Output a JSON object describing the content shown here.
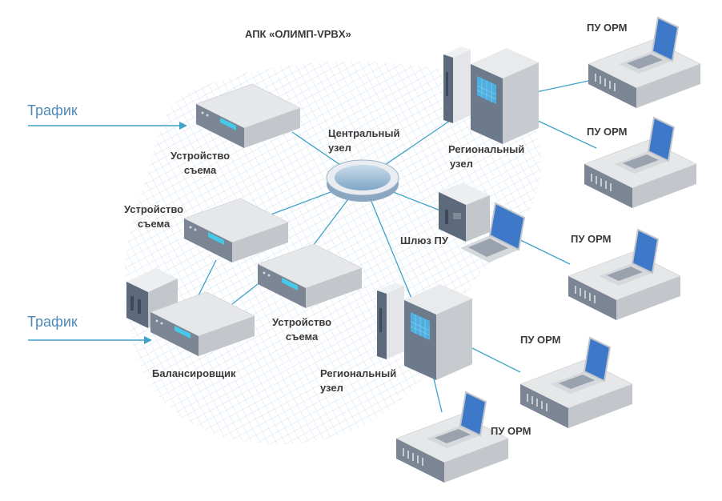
{
  "diagram": {
    "title": "АПК «ОЛИМП-VPBX»",
    "traffic_top": "Трафик",
    "traffic_bottom": "Трафик",
    "central_node": [
      "Центральный",
      "узел"
    ],
    "regional_top": [
      "Региональный",
      "узел"
    ],
    "regional_bottom": [
      "Региональный",
      "узел"
    ],
    "capture_top": [
      "Устройство",
      "съема"
    ],
    "capture_left": [
      "Устройство",
      "съема"
    ],
    "capture_mid": [
      "Устройство",
      "съема"
    ],
    "balancer": "Балансировщик",
    "gateway": "Шлюз ПУ",
    "orm_1": "ПУ ОРМ",
    "orm_2": "ПУ ОРМ",
    "orm_3": "ПУ ОРМ",
    "orm_4": "ПУ ОРМ",
    "orm_5": "ПУ ОРМ"
  },
  "colors": {
    "link": "#3fa2c8",
    "traffic_text": "#4f8ab8",
    "device_top": "#e6e7e9",
    "device_side": "#c3c6cb",
    "device_front": "#7b8594",
    "screen": "#3e78c8",
    "grid": "#bcd2e6"
  },
  "icons": [
    "capture-device-icon",
    "switch-hub-icon",
    "server-tower-icon",
    "gateway-icon",
    "workstation-icon",
    "laptop-icon",
    "balancer-icon",
    "arrow-right-icon"
  ]
}
